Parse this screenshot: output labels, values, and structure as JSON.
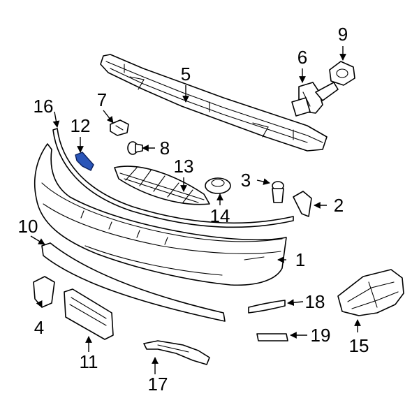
{
  "diagram": {
    "colors": {
      "line": "#000000",
      "background": "#ffffff",
      "highlight": "#2a55b8"
    },
    "callouts": [
      {
        "id": "c1",
        "label": "1"
      },
      {
        "id": "c2",
        "label": "2"
      },
      {
        "id": "c3",
        "label": "3"
      },
      {
        "id": "c4",
        "label": "4"
      },
      {
        "id": "c5",
        "label": "5"
      },
      {
        "id": "c6",
        "label": "6"
      },
      {
        "id": "c7",
        "label": "7"
      },
      {
        "id": "c8",
        "label": "8"
      },
      {
        "id": "c9",
        "label": "9"
      },
      {
        "id": "c10",
        "label": "10"
      },
      {
        "id": "c11",
        "label": "11"
      },
      {
        "id": "c12",
        "label": "12"
      },
      {
        "id": "c13",
        "label": "13"
      },
      {
        "id": "c14",
        "label": "14"
      },
      {
        "id": "c15",
        "label": "15"
      },
      {
        "id": "c16",
        "label": "16"
      },
      {
        "id": "c17",
        "label": "17"
      },
      {
        "id": "c18",
        "label": "18"
      },
      {
        "id": "c19",
        "label": "19"
      }
    ],
    "highlighted_part": "12"
  }
}
